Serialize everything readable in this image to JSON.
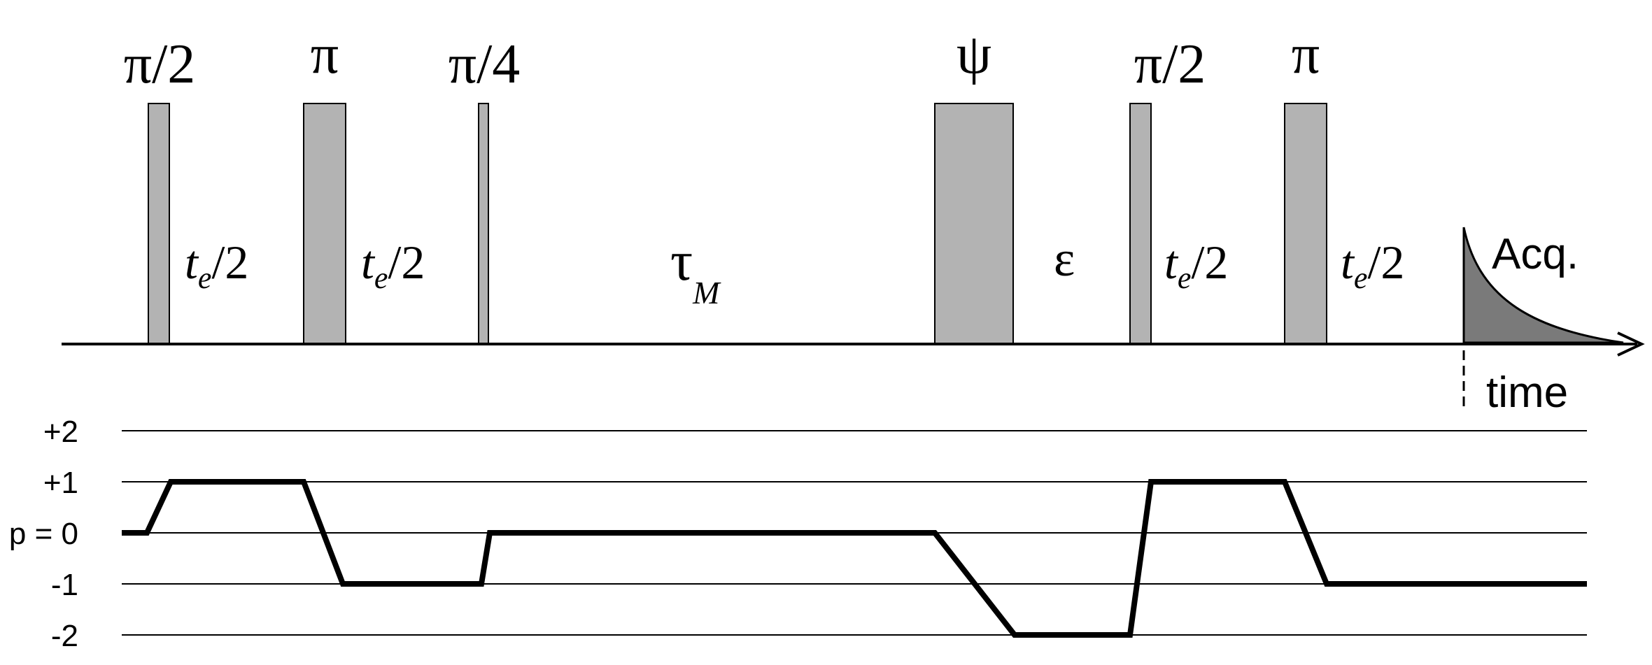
{
  "pulses": [
    {
      "label": "π/2",
      "role": "excitation"
    },
    {
      "label": "π",
      "role": "refocusing"
    },
    {
      "label": "π/4",
      "role": "storage"
    },
    {
      "label": "ψ",
      "role": "mixing"
    },
    {
      "label": "π/2",
      "role": "readout"
    },
    {
      "label": "π",
      "role": "refocusing"
    }
  ],
  "delays": [
    {
      "italic": "t",
      "sub": "e",
      "rest": "/2"
    },
    {
      "italic": "t",
      "sub": "e",
      "rest": "/2"
    },
    {
      "plain": "τ",
      "sub": "M"
    },
    {
      "plain": "ε"
    },
    {
      "italic": "t",
      "sub": "e",
      "rest": "/2"
    },
    {
      "italic": "t",
      "sub": "e",
      "rest": "/2"
    }
  ],
  "acquisition": {
    "label": "Acq."
  },
  "time_axis": {
    "label": "time"
  },
  "coherence": {
    "levels": [
      "+2",
      "+1",
      "p = 0",
      "-1",
      "-2"
    ],
    "level_values": [
      2,
      1,
      0,
      -1,
      -2
    ],
    "pathway": [
      0,
      0,
      1,
      1,
      -1,
      -1,
      0,
      0,
      -2,
      -2,
      1,
      1,
      -1,
      -1
    ]
  },
  "colors": {
    "pulse_fill": "#b3b3b3",
    "fid_fill": "#7a7a7a",
    "line": "#000000",
    "background": "#ffffff"
  }
}
